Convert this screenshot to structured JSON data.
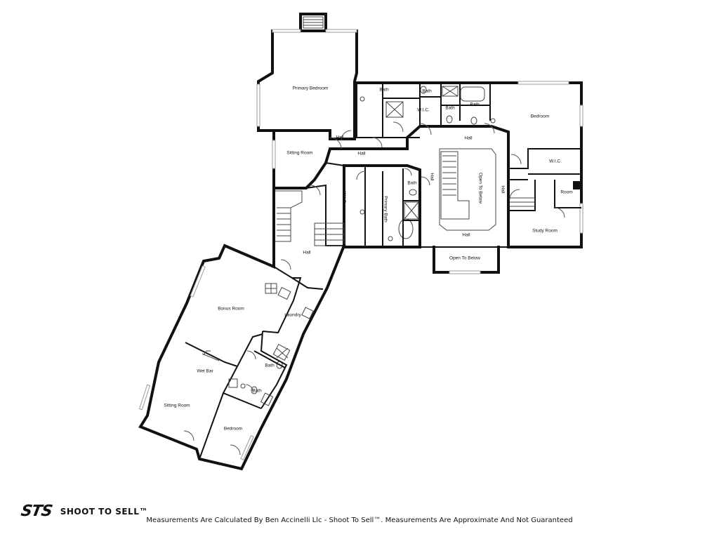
{
  "rooms": {
    "primary_bedroom": "Primary Bedroom",
    "bath_top_left": "Bath",
    "bath_top_small": "Bath",
    "wic_top": "W.I.C.",
    "bath_top_mid": "Bath",
    "bath_top_right": "Bath",
    "bedroom_right": "Bedroom",
    "hall_small": "Hall",
    "sitting_room_upper": "Sitting Room",
    "hall_upper": "Hall",
    "hall_top_center": "Hall",
    "wic_right": "W.I.C.",
    "wic_left": "W.I.C.",
    "bath_center": "Bath",
    "primary_bath": "Primary Bath",
    "hall_vertical_left": "Hall",
    "open_to_below_center": "Open To Below",
    "hall_vertical_right": "Hall",
    "room_small": "Room",
    "hall_bottom_center": "Hall",
    "study_room": "Study Room",
    "open_to_below_bottom": "Open To Below",
    "hall_main": "Hall",
    "bonus_room": "Bonus Room",
    "laundry": "Laundry",
    "bath_lower_1": "Bath",
    "wet_bar": "Wet Bar",
    "bath_lower_2": "Bath",
    "sitting_room_lower": "Sitting Room",
    "bedroom_lower": "Bedroom"
  },
  "footer": {
    "logo_mark": "STS",
    "logo_text": "SHOOT TO SELL™",
    "disclaimer": "Measurements Are Calculated By Ben Accinelli Llc - Shoot To Sell™. Measurements Are Approximate And Not Guaranteed"
  }
}
